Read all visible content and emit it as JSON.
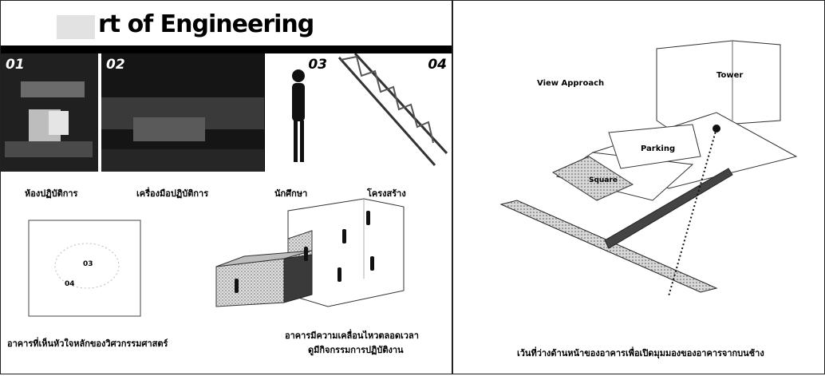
{
  "left_panel": {
    "title_fragment": "rt of Engineering",
    "photos": [
      {
        "number": "01",
        "caption": "ห้องปฏิบัติการ"
      },
      {
        "number": "02",
        "caption": "เครื่องมือปฏิบัติการ"
      },
      {
        "number": "03",
        "caption": "นักศึกษา"
      },
      {
        "number": "04",
        "caption": "โครงสร้าง"
      }
    ],
    "plan": {
      "label_a": "03",
      "label_b": "04",
      "caption": "อาคารที่เห็นหัวใจหลักของวิศวกรรมศาสตร์"
    },
    "box": {
      "caption_line1": "อาคารมีความเคลื่อนไหวตลอดเวลา",
      "caption_line2": "ดูมีกิจกรรมการปฏิบัติงาน"
    }
  },
  "right_panel": {
    "labels": {
      "view_approach": "View Approach",
      "tower": "Tower",
      "parking": "Parking",
      "square": "Square"
    },
    "caption": "เว้นที่ว่างด้านหน้าของอาคารเพื่อเปิดมุมมองของอาคารจากบนช้าง"
  },
  "colors": {
    "ink": "#000000",
    "paper": "#ffffff",
    "stipple": "#9a9a9a"
  }
}
